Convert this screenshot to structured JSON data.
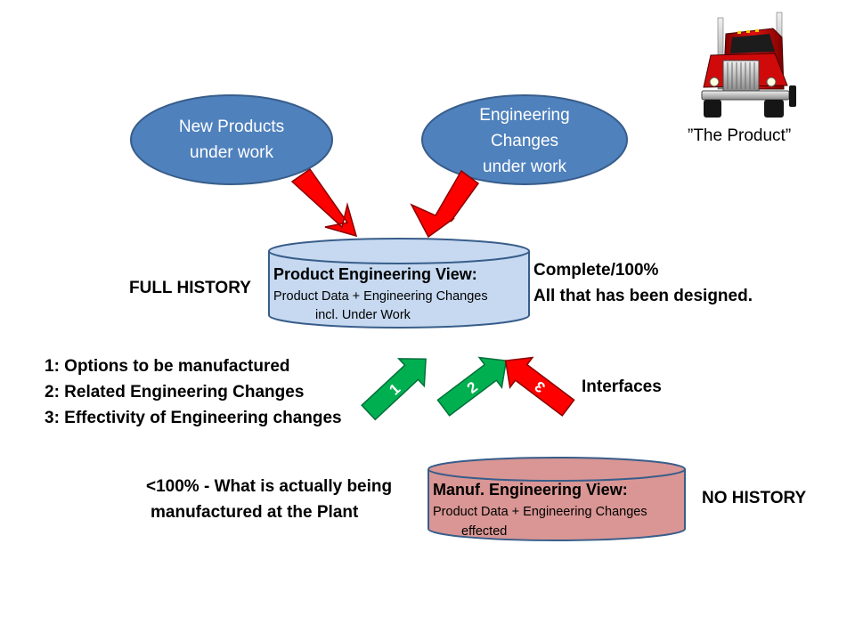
{
  "product_caption": "”The Product”",
  "ellipses": {
    "new_products": [
      "New Products",
      "under work"
    ],
    "engineering_changes": [
      "Engineering",
      "Changes",
      "under work"
    ]
  },
  "product_engineering_view": {
    "title": "Product Engineering View:",
    "line1": "Product Data + Engineering Changes",
    "line2": "incl. Under Work",
    "fill": "#c6d9f1"
  },
  "manuf_engineering_view": {
    "title": "Manuf. Engineering View:",
    "line1": "Product Data + Engineering Changes",
    "line2": "effected",
    "fill": "#d99694"
  },
  "labels": {
    "full_history": "FULL HISTORY",
    "complete_line1": "Complete/100%",
    "complete_line2": "All that has been designed.",
    "interfaces": "Interfaces",
    "no_history": "NO HISTORY",
    "partial_line1": "<100% - What is actually being",
    "partial_line2": "manufactured at the Plant"
  },
  "interface_list": [
    "1: Options to be manufactured",
    "2: Related Engineering Changes",
    "3: Effectivity of Engineering changes"
  ],
  "interface_arrows": [
    "1",
    "2",
    "3"
  ],
  "colors": {
    "ellipse": "#4f81bd",
    "ellipse_border": "#385d8a",
    "red_arrow": "#ff0000",
    "green_arrow": "#00b050"
  },
  "icons": [
    "truck-icon"
  ]
}
